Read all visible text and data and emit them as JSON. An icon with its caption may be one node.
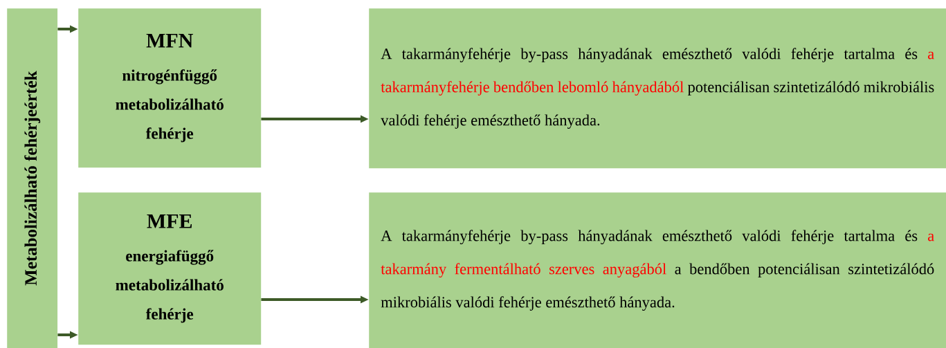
{
  "diagram": {
    "nodes": [
      {
        "text": [
          "Metabolizálható fehérjeérték"
        ]
      },
      {
        "text": [
          "MFN",
          "nitrogénfüggő metabolizálható fehérje"
        ]
      },
      {
        "text": [
          "A takarmányfehérje by-pass hányadának emészthető valódi fehérje tartalma és",
          "a takarmányfehérje bendőben lebomló hányadából",
          "potenciálisan szintetizálódó mikrobiális valódi fehérje emészthető hányada."
        ]
      },
      {
        "text": [
          "MFE",
          "energiafüggő metabolizálható fehérje"
        ]
      },
      {
        "text": [
          "A takarmányfehérje by-pass hányadának emészthető valódi fehérje tartalma és",
          "a takarmány fermentálható szerves anyagából",
          "a bendőben potenciálisan szintetizálódó mikrobiális valódi fehérje emészthető hányada."
        ]
      }
    ],
    "edges": [
      {
        "from": 0,
        "to": 1,
        "arrow": "to"
      },
      {
        "from": 0,
        "to": 3,
        "arrow": "to"
      },
      {
        "from": 1,
        "to": 2,
        "arrow": "to"
      },
      {
        "from": 3,
        "to": 4,
        "arrow": "to"
      }
    ]
  }
}
